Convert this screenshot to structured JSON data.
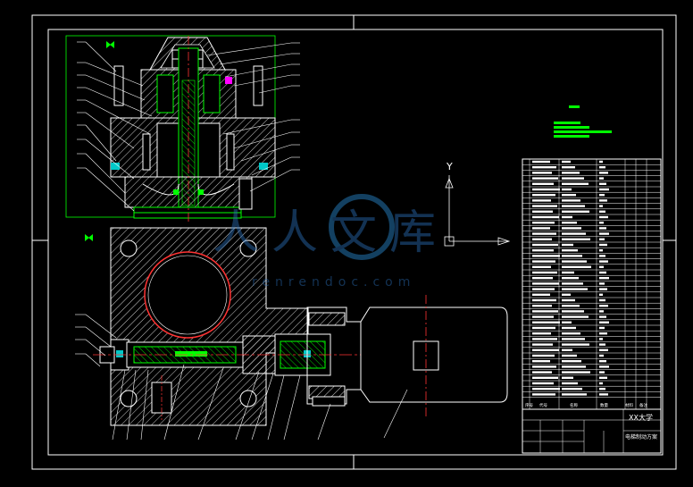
{
  "drawing": {
    "title_block": {
      "school": "XX大学",
      "drawing_name": "电梯制动方案",
      "header_cells": [
        "序号",
        "代号",
        "名称",
        "数量",
        "材料",
        "备注"
      ]
    },
    "watermark": {
      "brand": "人人文库",
      "url": "renrendoc.com"
    },
    "axis_labels": {
      "y": "Y"
    },
    "colors": {
      "background": "#000000",
      "frame": "#ffffff",
      "outline": "#ffffff",
      "section": "#00ff00",
      "center": "#ff3333",
      "accent": "#ff00ff",
      "cyan": "#00c8c8"
    }
  }
}
